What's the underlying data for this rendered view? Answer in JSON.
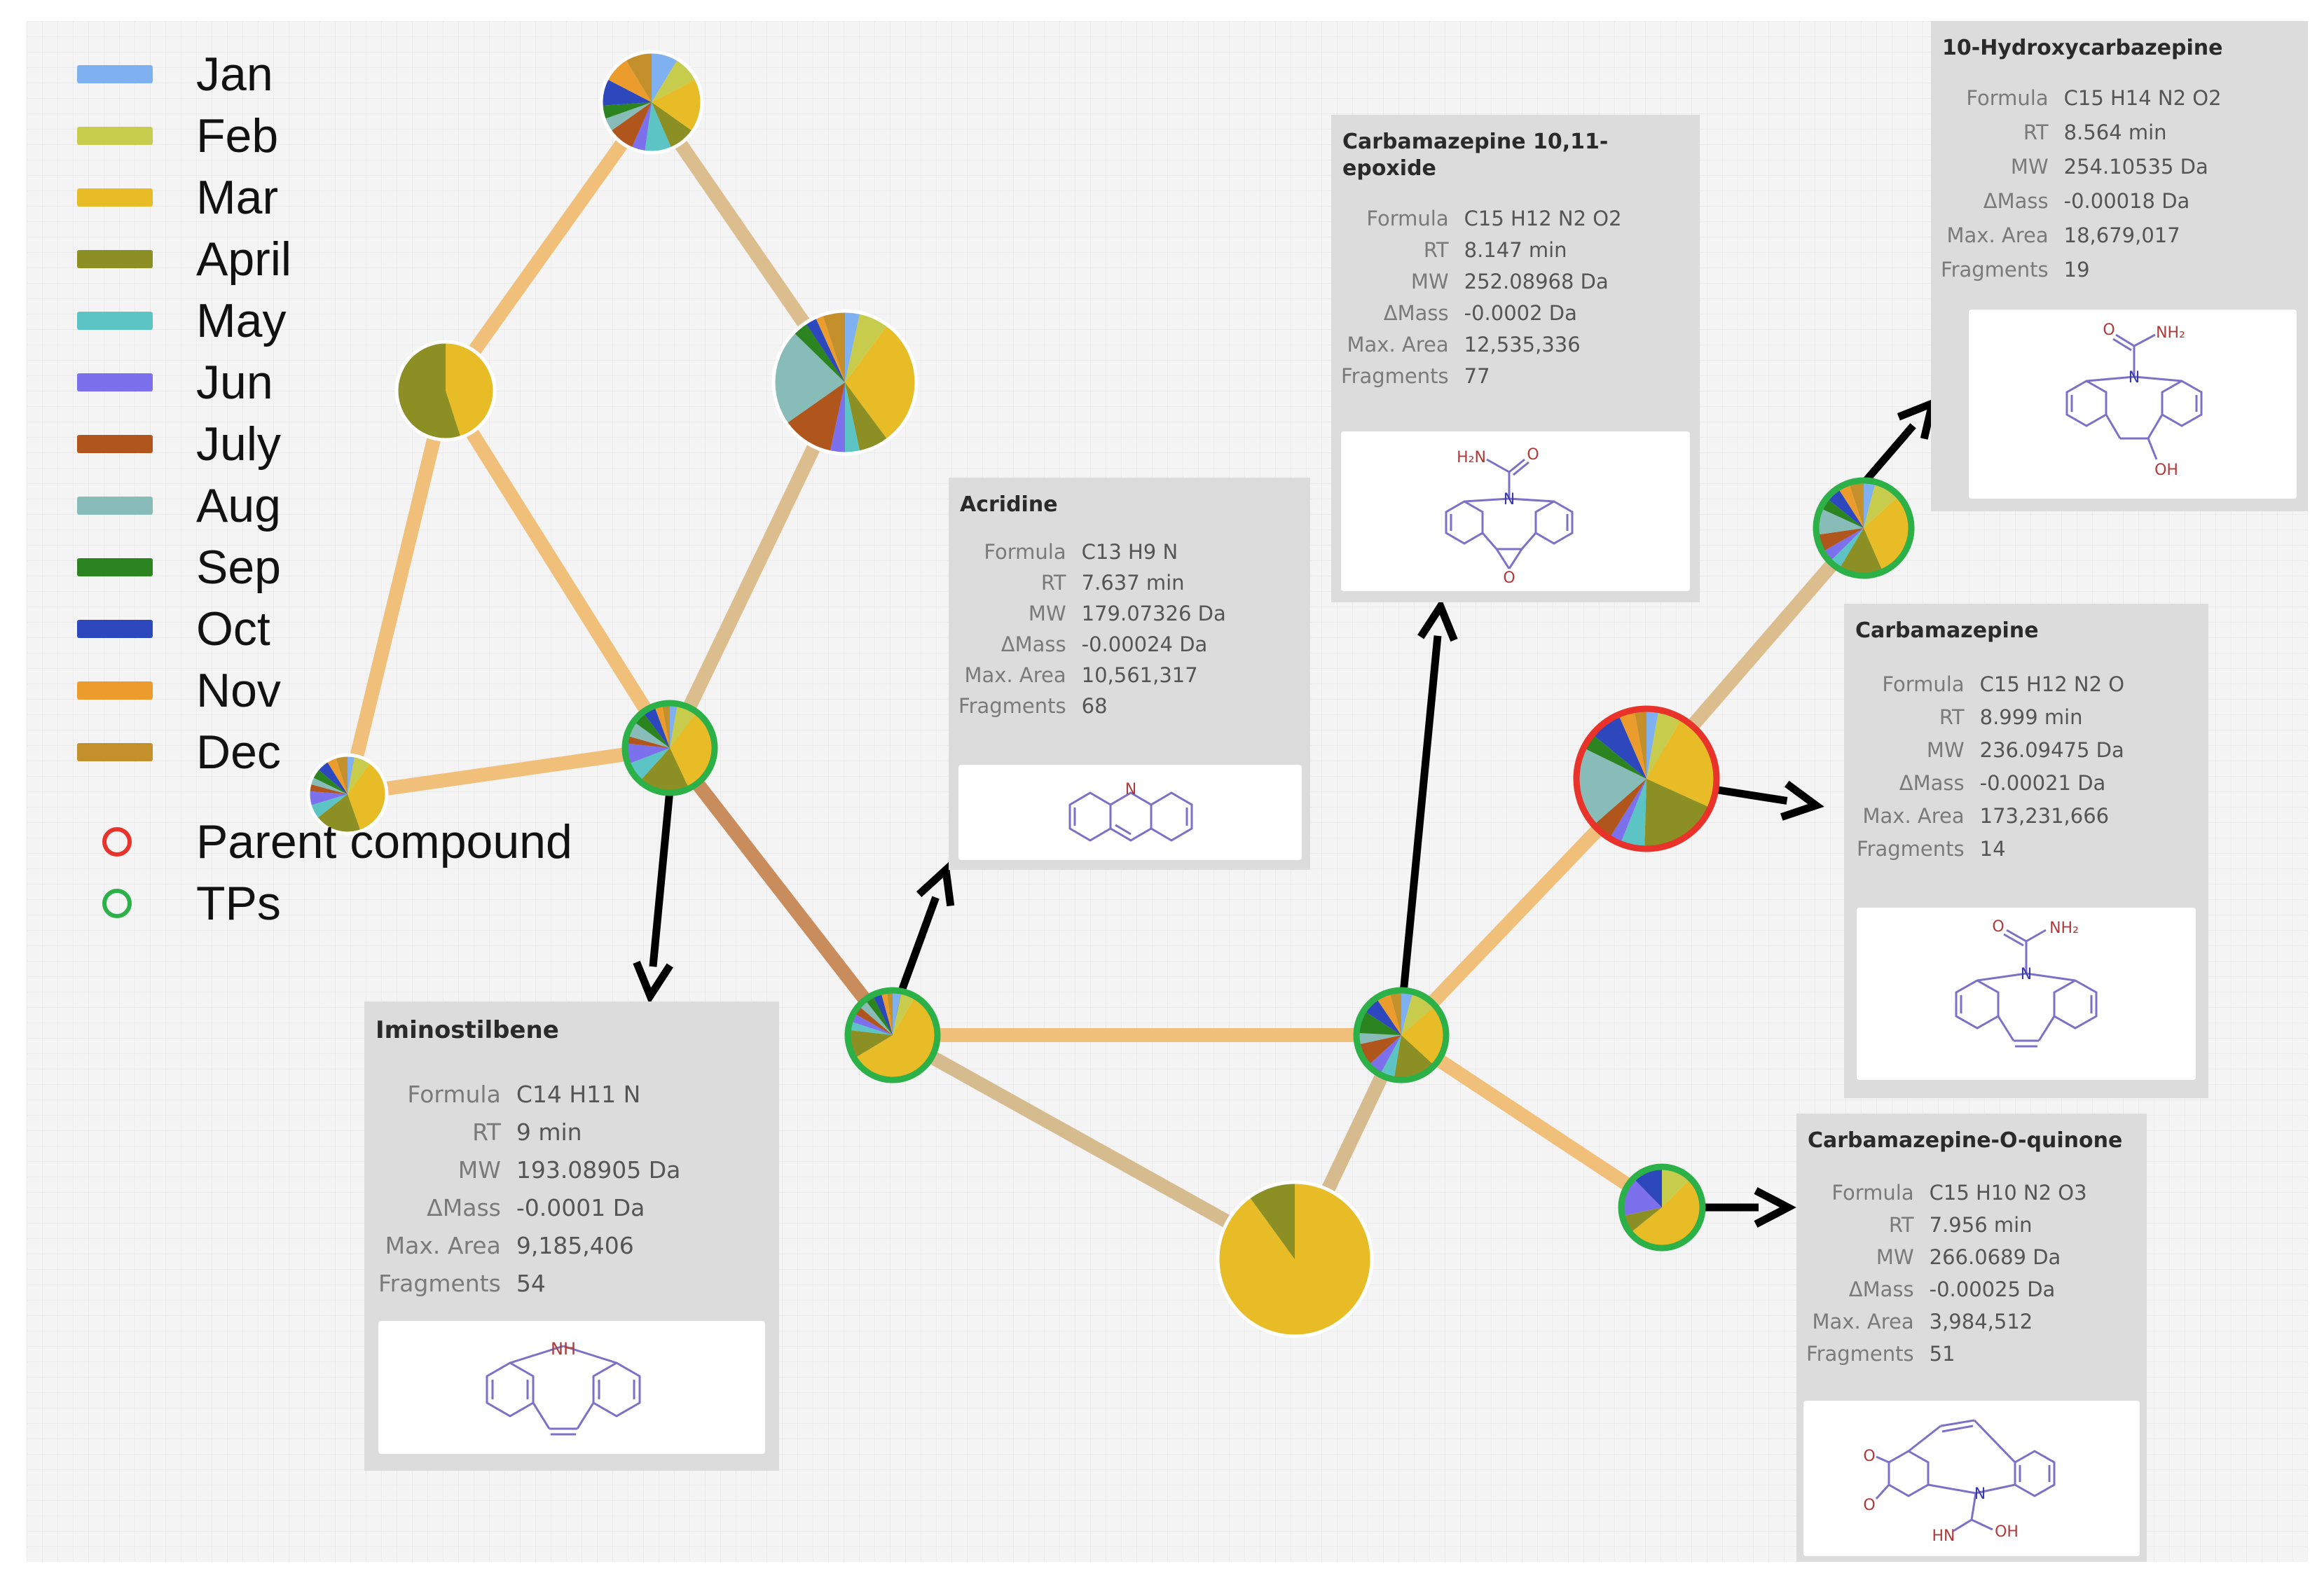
{
  "legend": {
    "months": [
      {
        "label": "Jan",
        "color": "#7fb0f0"
      },
      {
        "label": "Feb",
        "color": "#c8cc4c"
      },
      {
        "label": "Mar",
        "color": "#e8bc26"
      },
      {
        "label": "April",
        "color": "#8c9024"
      },
      {
        "label": "May",
        "color": "#5cc4c4"
      },
      {
        "label": "Jun",
        "color": "#7c70ec"
      },
      {
        "label": "July",
        "color": "#b0561c"
      },
      {
        "label": "Aug",
        "color": "#88bcb8"
      },
      {
        "label": "Sep",
        "color": "#2c8420"
      },
      {
        "label": "Oct",
        "color": "#2c48bc"
      },
      {
        "label": "Nov",
        "color": "#ec9c2c"
      },
      {
        "label": "Dec",
        "color": "#c4902c"
      }
    ],
    "parent_label": "Parent compound",
    "parent_color": "#e8322a",
    "tp_label": "TPs",
    "tp_color": "#2cb048"
  },
  "nodes": [
    {
      "id": "n1",
      "ring": "none",
      "values": [
        1,
        1,
        2,
        1,
        1,
        0.5,
        1,
        0.5,
        0.5,
        1,
        1,
        1
      ]
    },
    {
      "id": "n2",
      "ring": "none",
      "values": [
        0,
        0,
        4.5,
        5.5,
        0,
        0,
        0,
        0,
        0,
        0,
        0,
        0
      ]
    },
    {
      "id": "n3",
      "ring": "none",
      "values": [
        0.4,
        0.8,
        3.5,
        0.8,
        0.4,
        0.4,
        1.4,
        2.6,
        0.4,
        0.3,
        0.2,
        0.6
      ]
    },
    {
      "id": "n4",
      "ring": "none",
      "values": [
        0.3,
        0.7,
        3.5,
        2,
        0.6,
        0.6,
        0.3,
        0.3,
        0.4,
        0.5,
        0.4,
        0.5
      ]
    },
    {
      "id": "n5",
      "ring": "tp",
      "values": [
        0.3,
        0.8,
        3.5,
        2,
        0.8,
        0.8,
        0.3,
        0.6,
        0.5,
        0.5,
        0.3,
        0.3
      ]
    },
    {
      "id": "n6",
      "ring": "tp",
      "values": [
        0.3,
        0.5,
        5.5,
        1,
        0.3,
        0.3,
        0.3,
        0.3,
        0.3,
        0.3,
        0.2,
        0.2
      ]
    },
    {
      "id": "n7",
      "ring": "tp",
      "values": [
        0.4,
        0.9,
        2.2,
        1.5,
        0.5,
        0.5,
        0.8,
        0.4,
        0.8,
        0.6,
        0.5,
        0.4
      ]
    },
    {
      "id": "n8",
      "ring": "none",
      "values": [
        0,
        0,
        9,
        1,
        0,
        0,
        0,
        0,
        0,
        0,
        0,
        0
      ]
    },
    {
      "id": "n9",
      "ring": "parent",
      "values": [
        0.3,
        0.6,
        2.5,
        2,
        0.6,
        0.3,
        0.5,
        2,
        0.4,
        0.8,
        0.4,
        0.3
      ]
    },
    {
      "id": "n10",
      "ring": "tp",
      "values": [
        0.4,
        0.9,
        3,
        1.5,
        0.4,
        0.4,
        0.6,
        0.9,
        0.4,
        0.5,
        0.4,
        0.5
      ]
    },
    {
      "id": "n11",
      "ring": "tp",
      "values": [
        0,
        1,
        4.2,
        0.6,
        0,
        1.3,
        0,
        0,
        0,
        1,
        0,
        0
      ]
    }
  ],
  "cards": [
    {
      "id": "iminostilbene",
      "title": "Iminostilbene",
      "rows": [
        {
          "k": "Formula",
          "v": "C14 H11 N"
        },
        {
          "k": "RT",
          "v": "9 min"
        },
        {
          "k": "MW",
          "v": "193.08905 Da"
        },
        {
          "k": "ΔMass",
          "v": "-0.0001 Da"
        },
        {
          "k": "Max. Area",
          "v": "9,185,406"
        },
        {
          "k": "Fragments",
          "v": "54"
        }
      ],
      "structure_labels": [
        "NH"
      ]
    },
    {
      "id": "acridine",
      "title": "Acridine",
      "rows": [
        {
          "k": "Formula",
          "v": "C13 H9 N"
        },
        {
          "k": "RT",
          "v": "7.637 min"
        },
        {
          "k": "MW",
          "v": "179.07326 Da"
        },
        {
          "k": "ΔMass",
          "v": "-0.00024 Da"
        },
        {
          "k": "Max. Area",
          "v": "10,561,317"
        },
        {
          "k": "Fragments",
          "v": "68"
        }
      ],
      "structure_labels": [
        "N"
      ]
    },
    {
      "id": "epoxide",
      "title": "Carbamazepine 10,11-\nepoxide",
      "rows": [
        {
          "k": "Formula",
          "v": "C15 H12 N2 O2"
        },
        {
          "k": "RT",
          "v": "8.147 min"
        },
        {
          "k": "MW",
          "v": "252.08968 Da"
        },
        {
          "k": "ΔMass",
          "v": "-0.0002 Da"
        },
        {
          "k": "Max. Area",
          "v": "12,535,336"
        },
        {
          "k": "Fragments",
          "v": "77"
        }
      ],
      "structure_labels": [
        "H₂N",
        "O",
        "N",
        "O"
      ]
    },
    {
      "id": "hydroxy",
      "title": "10-Hydroxycarbazepine",
      "rows": [
        {
          "k": "Formula",
          "v": "C15 H14 N2 O2"
        },
        {
          "k": "RT",
          "v": "8.564 min"
        },
        {
          "k": "MW",
          "v": "254.10535 Da"
        },
        {
          "k": "ΔMass",
          "v": "-0.00018 Da"
        },
        {
          "k": "Max. Area",
          "v": "18,679,017"
        },
        {
          "k": "Fragments",
          "v": "19"
        }
      ],
      "structure_labels": [
        "O",
        "NH₂",
        "N",
        "OH"
      ]
    },
    {
      "id": "carbamazepine",
      "title": "Carbamazepine",
      "rows": [
        {
          "k": "Formula",
          "v": "C15 H12 N2 O"
        },
        {
          "k": "RT",
          "v": "8.999 min"
        },
        {
          "k": "MW",
          "v": "236.09475 Da"
        },
        {
          "k": "ΔMass",
          "v": "-0.00021 Da"
        },
        {
          "k": "Max. Area",
          "v": "173,231,666"
        },
        {
          "k": "Fragments",
          "v": "14"
        }
      ],
      "structure_labels": [
        "O",
        "NH₂",
        "N"
      ]
    },
    {
      "id": "quinone",
      "title": "Carbamazepine-O-quinone",
      "rows": [
        {
          "k": "Formula",
          "v": "C15 H10 N2 O3"
        },
        {
          "k": "RT",
          "v": "7.956 min"
        },
        {
          "k": "MW",
          "v": "266.0689 Da"
        },
        {
          "k": "ΔMass",
          "v": "-0.00025 Da"
        },
        {
          "k": "Max. Area",
          "v": "3,984,512"
        },
        {
          "k": "Fragments",
          "v": "51"
        }
      ],
      "structure_labels": [
        "O",
        "O",
        "N",
        "HN",
        "OH"
      ]
    }
  ]
}
